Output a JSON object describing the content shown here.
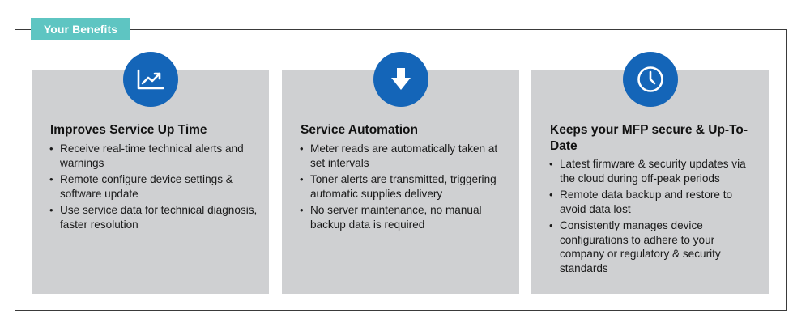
{
  "tab_label": "Your Benefits",
  "accent_color": "#5ec5c2",
  "icon_color": "#1465b8",
  "cards": [
    {
      "icon": "trend-chart-icon",
      "title": "Improves Service Up Time",
      "bullets": [
        "Receive real-time technical alerts and warnings",
        "Remote configure device settings & software update",
        "Use service data for technical diagnosis, faster resolution"
      ]
    },
    {
      "icon": "download-arrow-icon",
      "title": "Service Automation",
      "bullets": [
        "Meter reads are automatically taken at set intervals",
        "Toner alerts are transmitted, triggering automatic supplies delivery",
        "No server maintenance, no manual backup data is required"
      ]
    },
    {
      "icon": "clock-icon",
      "title": "Keeps your MFP secure & Up-To-Date",
      "bullets": [
        "Latest firmware & security updates via the cloud during off-peak periods",
        "Remote data backup and restore to avoid data lost",
        "Consistently manages device configurations to adhere to your company or regulatory & security standards"
      ]
    }
  ]
}
